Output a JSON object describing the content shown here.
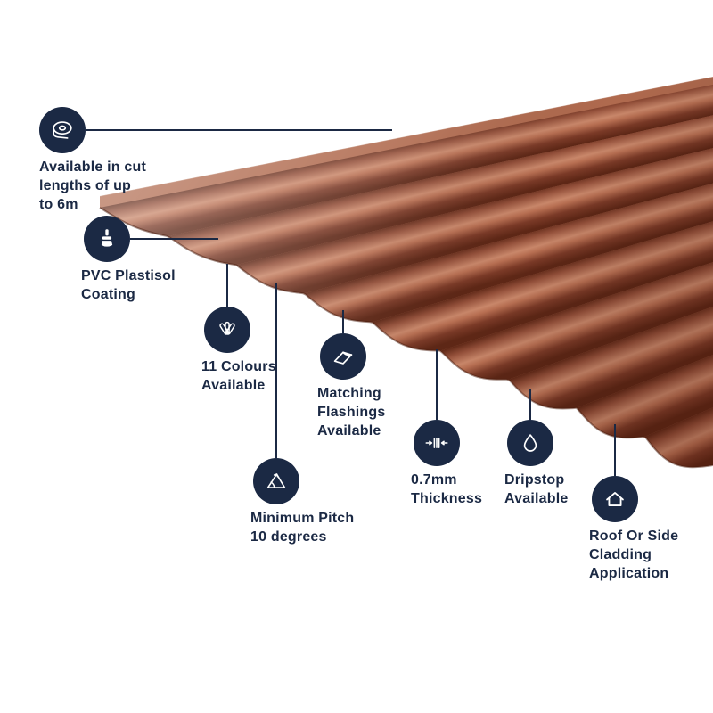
{
  "page": {
    "background": "#ffffff"
  },
  "theme": {
    "navy": "#1b2944",
    "text": "#1b2944"
  },
  "sheet": {
    "name": "corrugated-roofing-sheet",
    "description_visible": false,
    "colors": {
      "base": "#b06a4e",
      "trough": "#5e2716",
      "mid": "#94503a",
      "crest_light": "#c9876a",
      "crest": "#b86f52",
      "shadow": "#7b3a27",
      "edge": "#471c0e"
    }
  },
  "features": [
    {
      "icon": "tape-measure-icon",
      "label": "Available in cut\nlengths of up\nto 6m"
    },
    {
      "icon": "paintbrush-icon",
      "label": "PVC Plastisol\nCoating"
    },
    {
      "icon": "colour-swatch-icon",
      "label": "11 Colours\nAvailable"
    },
    {
      "icon": "flashing-icon",
      "label": "Matching\nFlashings\nAvailable"
    },
    {
      "icon": "pitch-angle-icon",
      "label": "Minimum Pitch\n10 degrees"
    },
    {
      "icon": "thickness-icon",
      "label": "0.7mm\nThickness"
    },
    {
      "icon": "dripstop-icon",
      "label": "Dripstop\nAvailable"
    },
    {
      "icon": "house-icon",
      "label": "Roof Or Side\nCladding\nApplication"
    }
  ]
}
